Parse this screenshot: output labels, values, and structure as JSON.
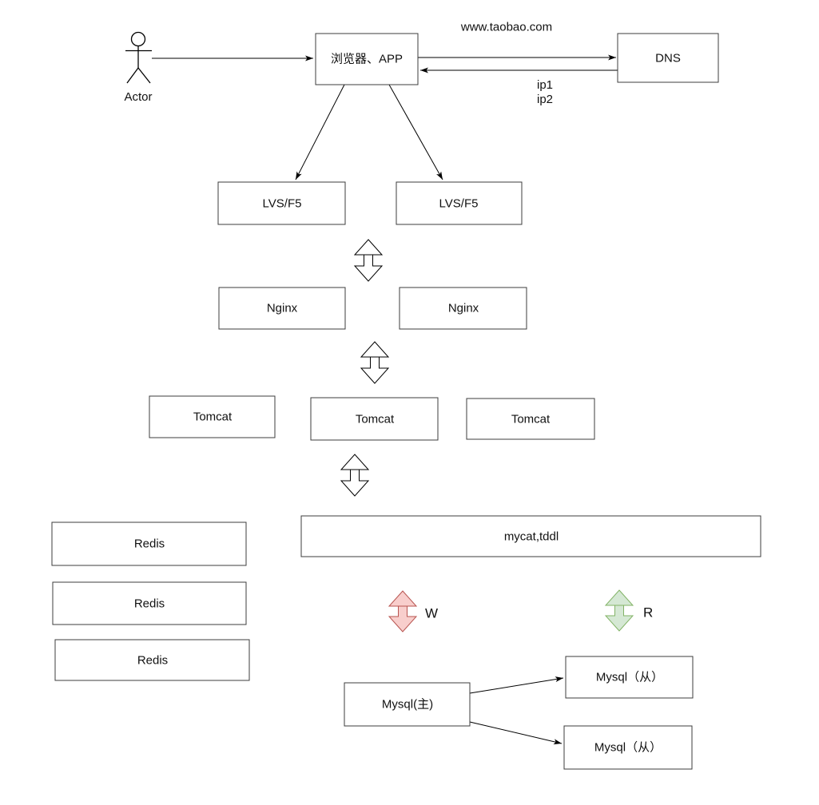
{
  "diagram": {
    "actor": {
      "label": "Actor"
    },
    "client": {
      "label": "浏览器、APP"
    },
    "dns": {
      "label": "DNS"
    },
    "dns_request": {
      "label": "www.taobao.com"
    },
    "dns_response": {
      "line1": "ip1",
      "line2": "ip2"
    },
    "load_balancers": [
      {
        "label": "LVS/F5"
      },
      {
        "label": "LVS/F5"
      }
    ],
    "web_servers": [
      {
        "label": "Nginx"
      },
      {
        "label": "Nginx"
      }
    ],
    "app_servers": [
      {
        "label": "Tomcat"
      },
      {
        "label": "Tomcat"
      },
      {
        "label": "Tomcat"
      }
    ],
    "caches": [
      {
        "label": "Redis"
      },
      {
        "label": "Redis"
      },
      {
        "label": "Redis"
      }
    ],
    "db_middleware": {
      "label": "mycat,tddl"
    },
    "write_flow": {
      "label": "W",
      "fill": "#f8cecc",
      "stroke": "#b85450"
    },
    "read_flow": {
      "label": "R",
      "fill": "#d5e8d4",
      "stroke": "#82b366"
    },
    "mysql_master": {
      "label": "Mysql(主)"
    },
    "mysql_slaves": [
      {
        "label": "Mysql（从）"
      },
      {
        "label": "Mysql（从）"
      }
    ],
    "icons": {
      "actor": "uml-stick-figure",
      "sync": "vertical-double-arrow",
      "connector": "classic-arrowhead"
    }
  }
}
